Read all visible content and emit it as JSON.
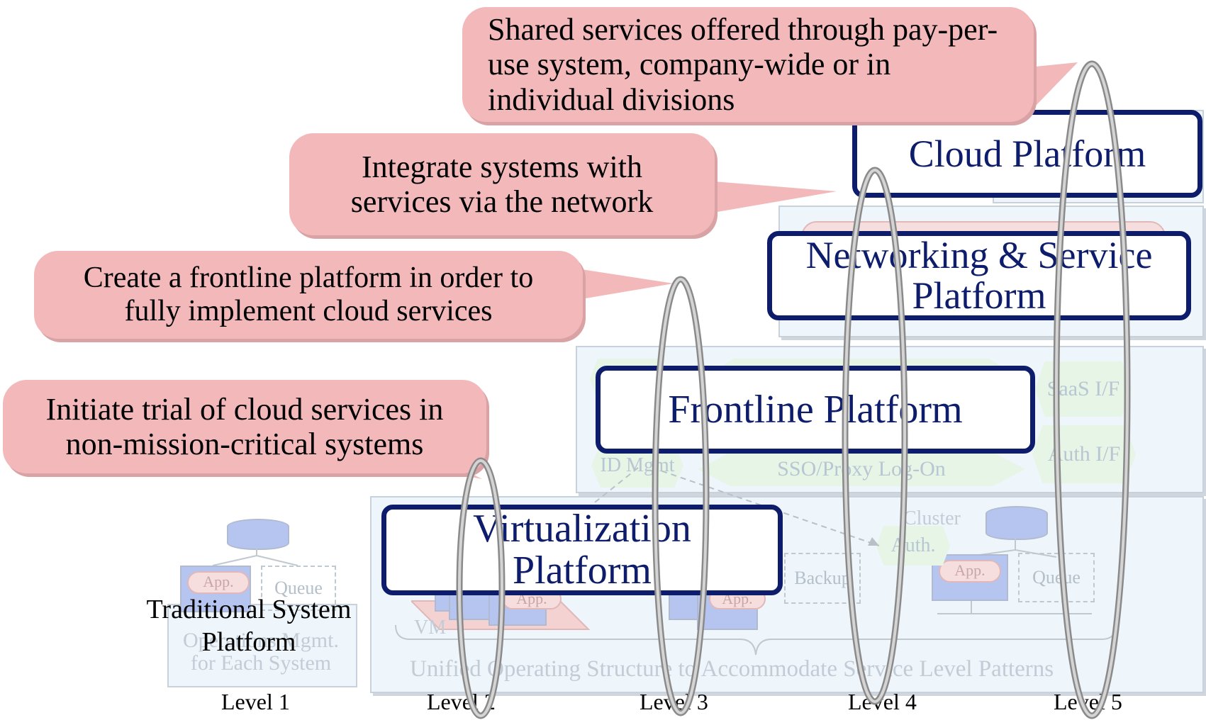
{
  "callouts": {
    "cloud": "Shared services offered through pay-per-use system, company-wide or in individual divisions",
    "network": "Integrate systems with services via the network",
    "frontline": "Create a frontline platform in order to fully implement cloud services",
    "virtual": "Initiate trial of cloud services in non-mission-critical systems"
  },
  "platforms": {
    "cloud": "Cloud Platform",
    "network": "Networking & Service Platform",
    "frontline": "Frontline Platform",
    "virtual": "Virtualization Platform",
    "traditional": "Traditional System Platform"
  },
  "background": {
    "saas": "SaaS I/F",
    "auth_if": "Auth I/F",
    "id_mgmt": "ID Mgmt",
    "sso": "SSO/Proxy Log-On",
    "cluster": "Cluster",
    "auth": "Auth.",
    "app": "App.",
    "queue": "Queue",
    "backup": "Backup",
    "vm": "VM",
    "ops_mgmt": "Operations Mgmt. for Each System",
    "unified": "Unified Operating Structure to Accommodate Service Level Patterns"
  },
  "levels": [
    "Level 1",
    "Level 2",
    "Level 3",
    "Level 4",
    "Level 5"
  ]
}
